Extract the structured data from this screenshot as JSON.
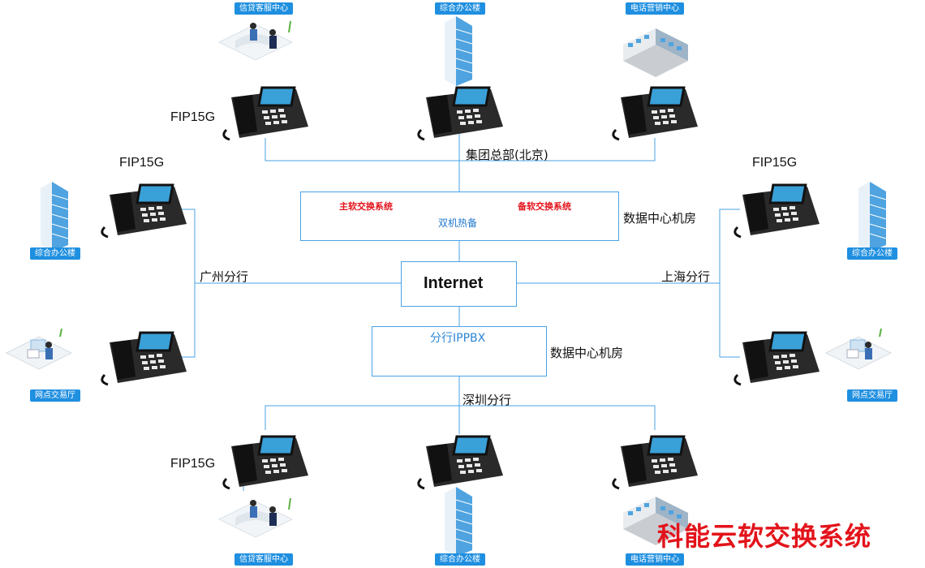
{
  "top_sites": [
    "信贷客服中心",
    "综合办公楼",
    "电话营销中心"
  ],
  "bottom_sites": [
    "信贷客服中心",
    "综合办公楼",
    "电话营销中心"
  ],
  "left_sites": [
    "综合办公楼",
    "网点交易厅"
  ],
  "right_sites": [
    "综合办公楼",
    "网点交易厅"
  ],
  "phone_model": "FIP15G",
  "hq_label": "集团总部(北京)",
  "main_system": "主软交换系统",
  "backup_system": "备软交换系统",
  "hot_standby": "双机热备",
  "dc_label": "数据中心机房",
  "internet": "Internet",
  "guangzhou": "广州分行",
  "shanghai": "上海分行",
  "branch_ippbx": "分行IPPBX",
  "shenzhen": "深圳分行",
  "brand": "科能云软交换系统",
  "colors": {
    "accent": "#1f8fe0",
    "line": "#4aa3e6",
    "brand_red": "#e3131b"
  }
}
